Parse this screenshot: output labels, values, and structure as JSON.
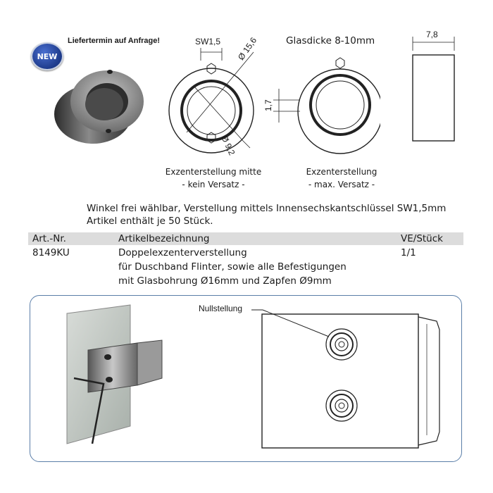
{
  "badge": {
    "label": "NEW"
  },
  "delivery_note": "Liefertermin auf Anfrage!",
  "diagram1": {
    "sw_label": "SW1,5",
    "dia_outer": "Ø 15,6",
    "dia_inner": "Ø 9,2"
  },
  "diagram2": {
    "title": "Glasdicke 8-10mm",
    "offset": "1,7"
  },
  "diagram3": {
    "width": "7,8"
  },
  "captions": {
    "center_line1": "Exzenterstellung mitte",
    "center_line2": "- kein Versatz -",
    "max_line1": "Exzenterstellung",
    "max_line2": "- max. Versatz -"
  },
  "description": {
    "line1": "Winkel frei wählbar, Verstellung mittels Innensechskantschlüssel SW1,5mm",
    "line2": "Artikel enthält je 50 Stück."
  },
  "table": {
    "headers": {
      "art_nr": "Art.-Nr.",
      "bezeichnung": "Artikelbezeichnung",
      "ve": "VE/Stück"
    },
    "row": {
      "art_nr": "8149KU",
      "desc_line1": "Doppelexzenterverstellung",
      "desc_line2": "für Duschband Flinter, sowie alle Befestigungen",
      "desc_line3": "mit Glasbohrung Ø16mm und Zapfen Ø9mm",
      "ve": "1/1"
    }
  },
  "bottom_panel": {
    "callout": "Nullstellung"
  },
  "colors": {
    "panel_border": "#5a7ea8",
    "header_bg": "#dcdcdc",
    "badge_blue": "#1d3a8a"
  }
}
